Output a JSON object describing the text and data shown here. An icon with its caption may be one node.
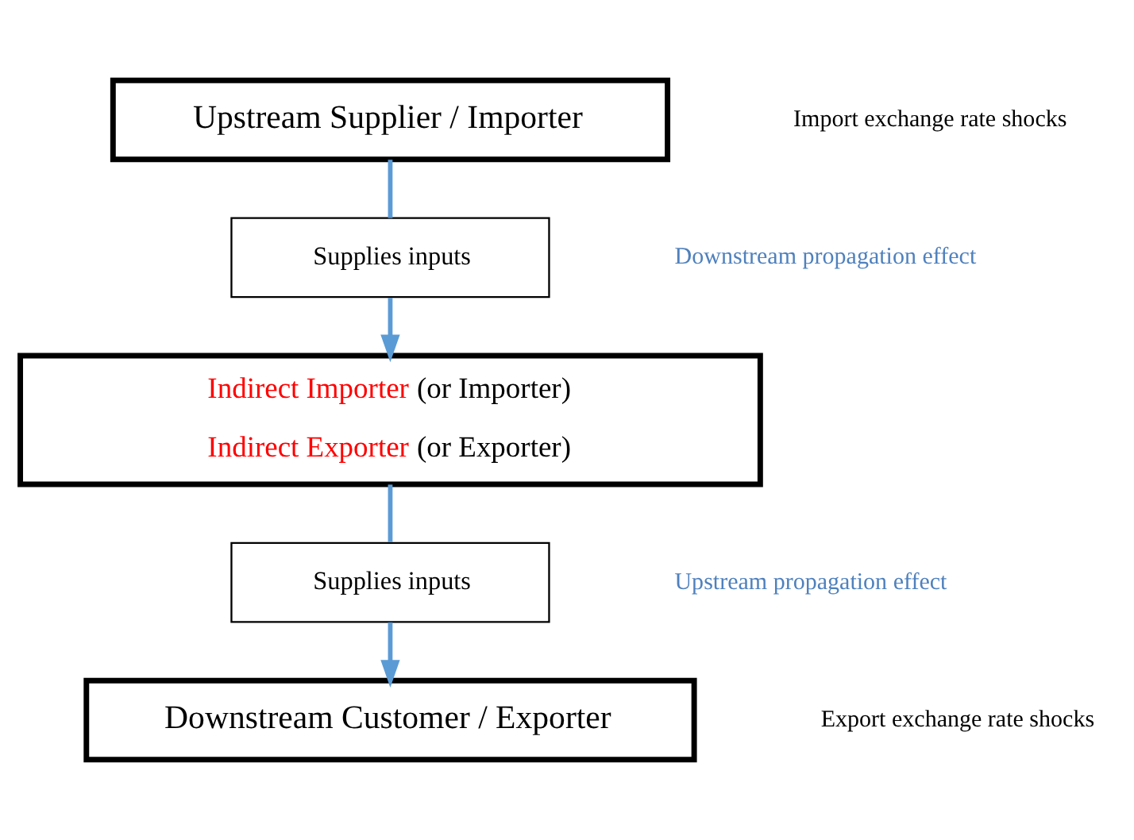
{
  "diagram": {
    "nodes": [
      {
        "text": [
          "Upstream Supplier / Importer"
        ]
      },
      {
        "text": [
          "Supplies inputs"
        ]
      },
      {
        "text": [
          "Indirect Importer (or Importer)",
          "Indirect Exporter (or Exporter)"
        ]
      },
      {
        "text": [
          "Supplies inputs"
        ]
      },
      {
        "text": [
          "Downstream Customer / Exporter"
        ]
      }
    ],
    "edges": [
      {
        "from": 0,
        "to": 1,
        "arrow": "none",
        "color": "#5b9bd5"
      },
      {
        "from": 1,
        "to": 2,
        "arrow": "to",
        "color": "#5b9bd5"
      },
      {
        "from": 2,
        "to": 3,
        "arrow": "none",
        "color": "#5b9bd5"
      },
      {
        "from": 3,
        "to": 4,
        "arrow": "to",
        "color": "#5b9bd5"
      }
    ],
    "labels": [
      "Import exchange rate shocks",
      "Downstream propagation effect",
      "Upstream propagation effect",
      "Export exchange rate shocks"
    ]
  }
}
